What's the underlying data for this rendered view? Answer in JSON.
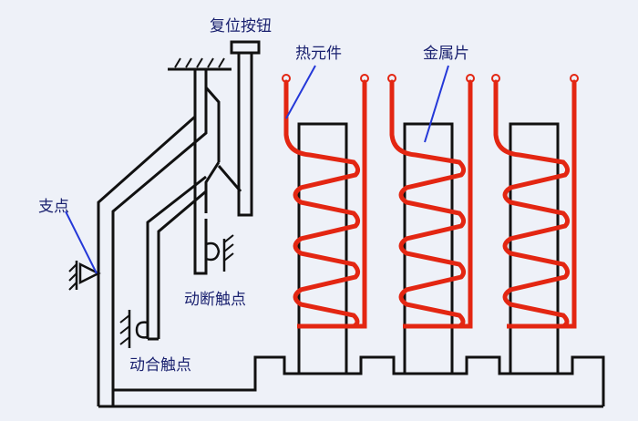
{
  "labels": {
    "reset_button": "复位按钮",
    "heating_element": "热元件",
    "metal_strip": "金属片",
    "fulcrum": "支点",
    "nc_contact": "动断触点",
    "no_contact": "动合触点"
  },
  "colors": {
    "background": "#eef1f8",
    "outline": "#111111",
    "heater": "#e32612",
    "leader": "#2438d8",
    "text": "#1b2270"
  }
}
